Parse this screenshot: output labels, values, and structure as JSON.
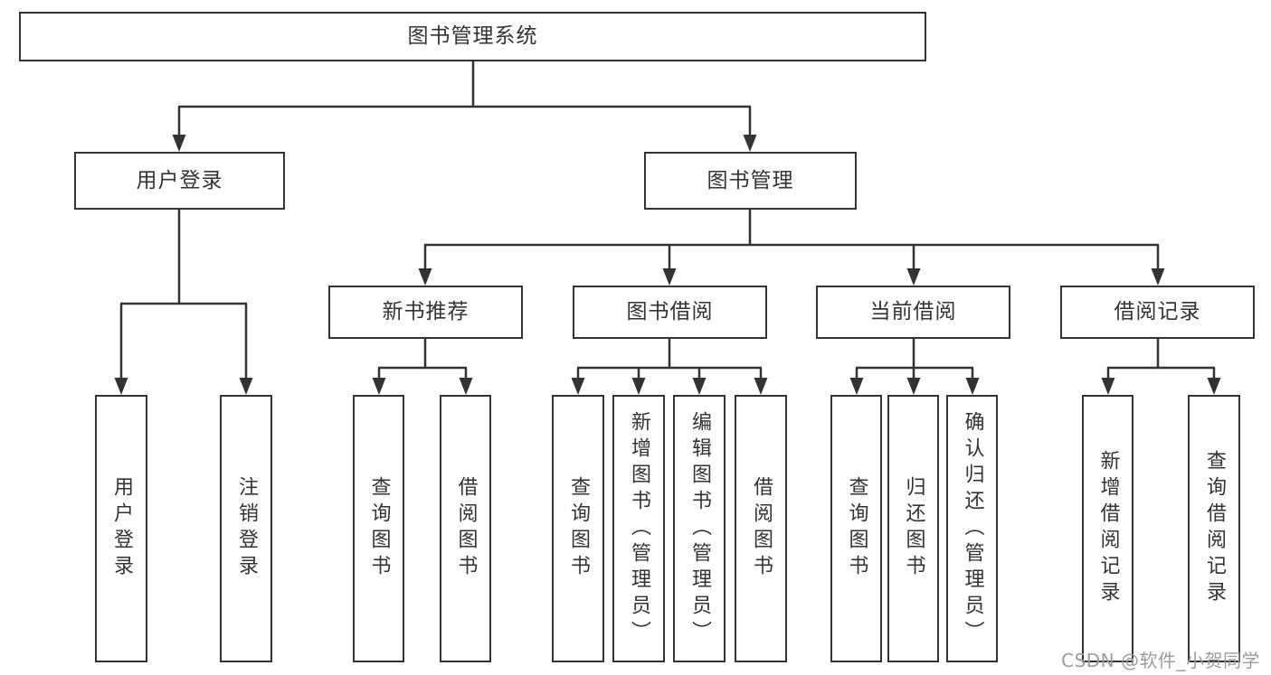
{
  "tree": {
    "root": {
      "label": "图书管理系统",
      "children": [
        {
          "label": "用户登录",
          "children": [
            {
              "label": "用户登录"
            },
            {
              "label": "注销登录"
            }
          ]
        },
        {
          "label": "图书管理",
          "children": [
            {
              "label": "新书推荐",
              "children": [
                {
                  "label": "查询图书"
                },
                {
                  "label": "借阅图书"
                }
              ]
            },
            {
              "label": "图书借阅",
              "children": [
                {
                  "label": "查询图书"
                },
                {
                  "label": "新增图书（管理员）"
                },
                {
                  "label": "编辑图书（管理员）"
                },
                {
                  "label": "借阅图书"
                }
              ]
            },
            {
              "label": "当前借阅",
              "children": [
                {
                  "label": "查询图书"
                },
                {
                  "label": "归还图书"
                },
                {
                  "label": "确认归还（管理员）"
                }
              ]
            },
            {
              "label": "借阅记录",
              "children": [
                {
                  "label": "新增借阅记录"
                },
                {
                  "label": "查询借阅记录"
                }
              ]
            }
          ]
        }
      ]
    }
  },
  "watermark": {
    "text": "CSDN @软件_小贺同学"
  },
  "colors": {
    "line": "#333333",
    "box_border": "#333333",
    "box_fill": "#ffffff",
    "text": "#333333",
    "watermark": "#9c9c9c",
    "background": "#ffffff"
  }
}
